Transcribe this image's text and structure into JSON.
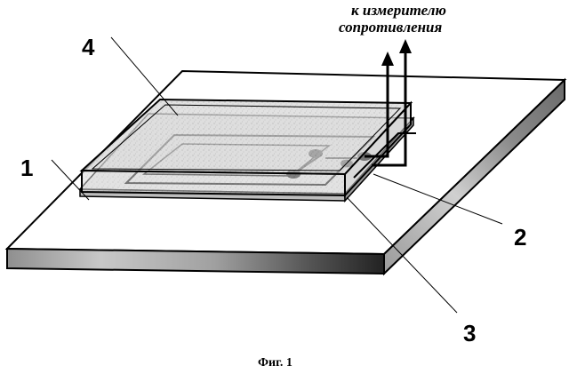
{
  "figure": {
    "arrow_label_line1": "к измерителю",
    "arrow_label_line2": "сопротивления",
    "caption": "Фиг. 1",
    "callouts": {
      "substrate": "1",
      "electrode": "2",
      "layer": "3",
      "cover": "4"
    }
  },
  "colors": {
    "ink": "#000000",
    "plate_top": "#ffffff",
    "plate_front": "#b5b5b5",
    "plate_side": "#c2c2c2",
    "cover_fill": "#dcdcdc"
  }
}
